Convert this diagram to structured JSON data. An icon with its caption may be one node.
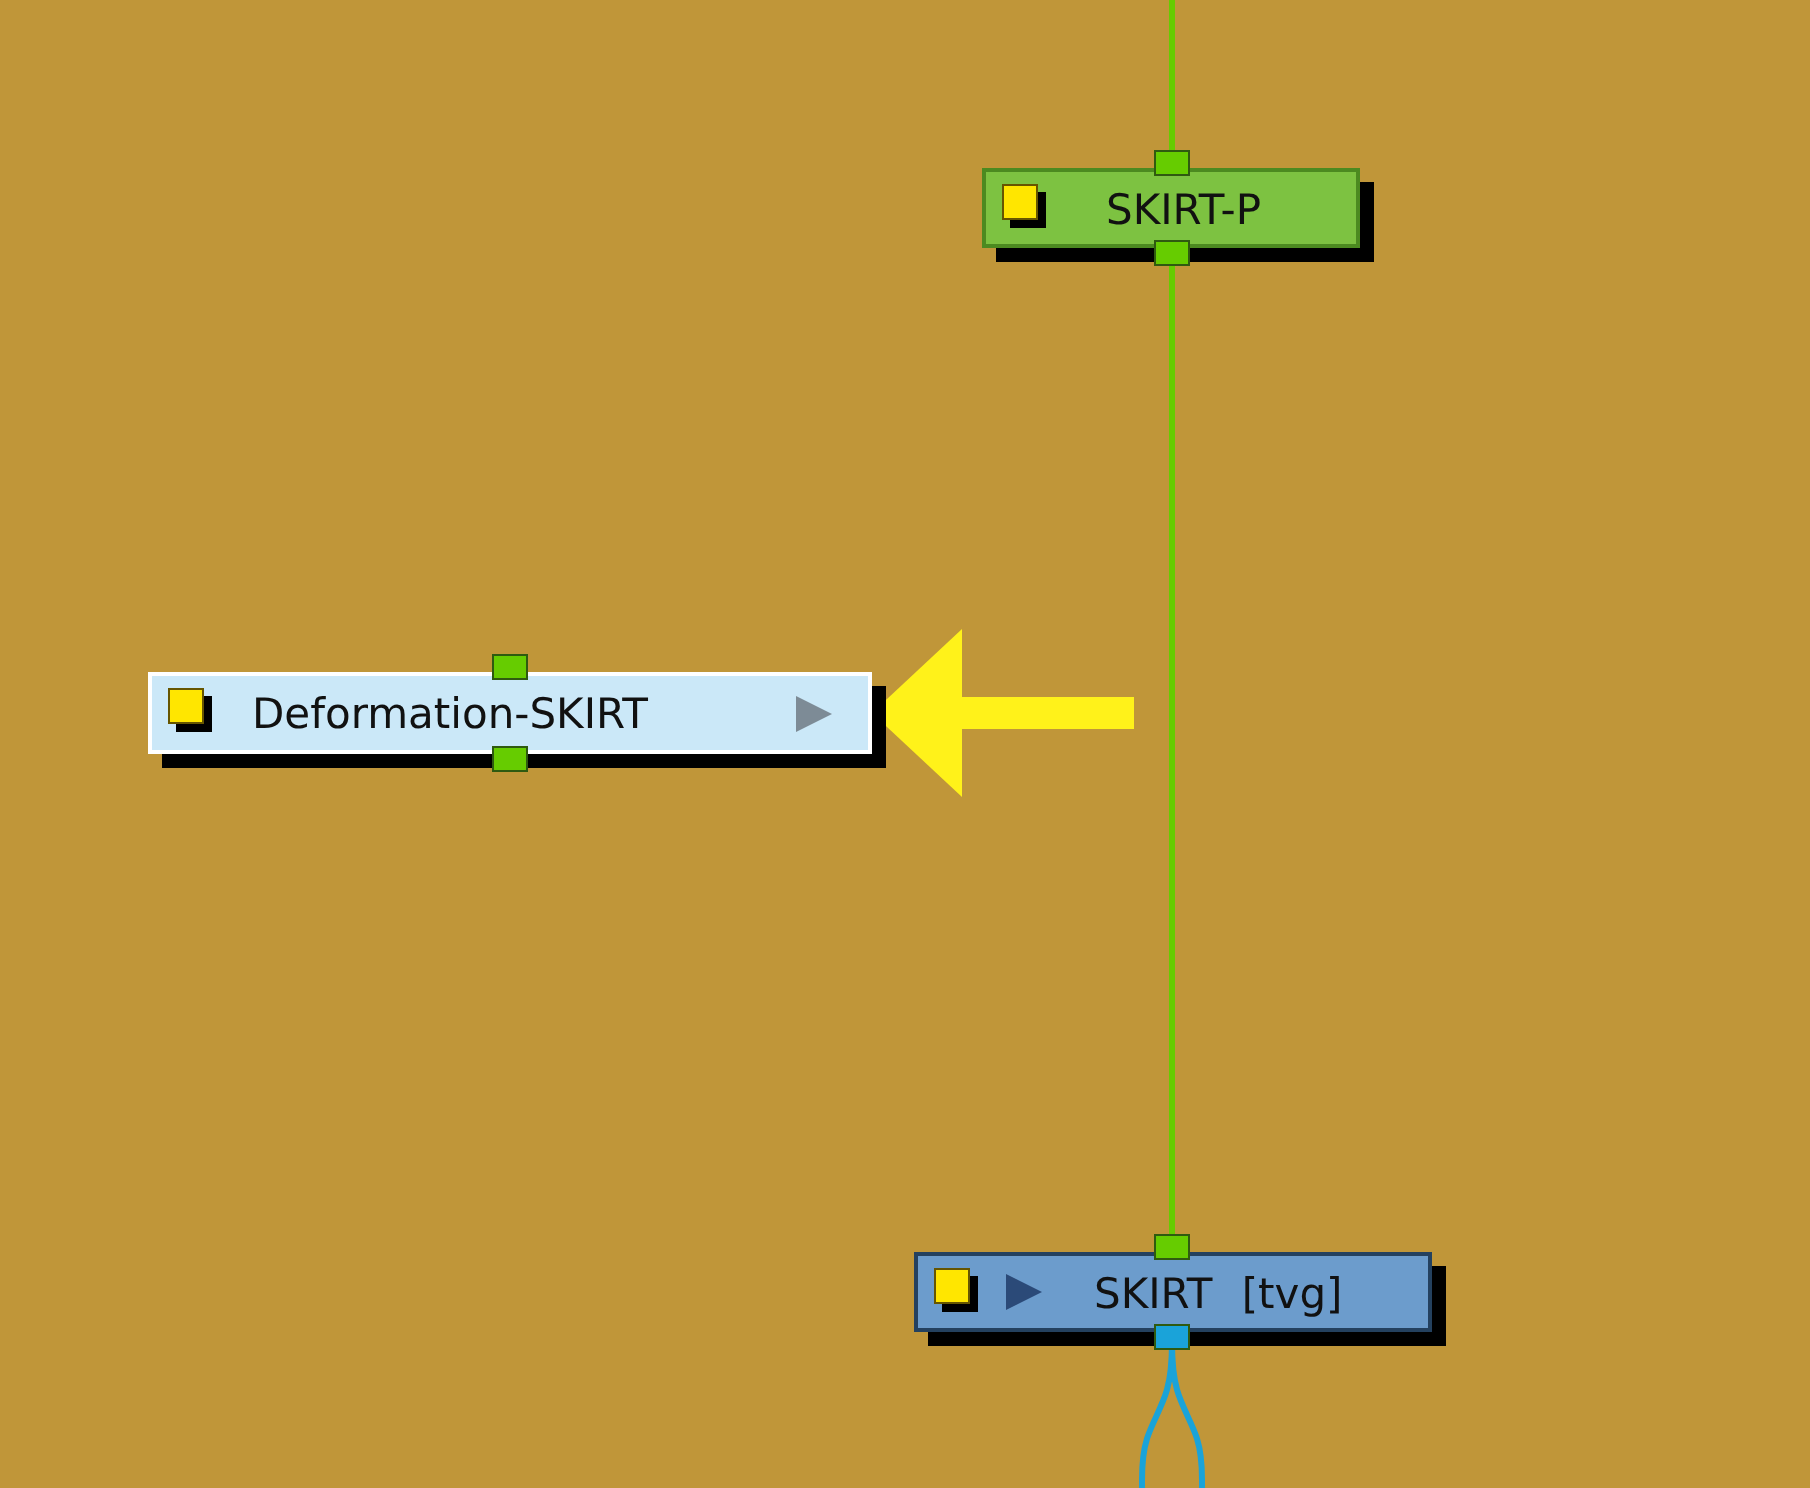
{
  "diagram": {
    "nodes": [
      {
        "text": [
          "SKIRT-P"
        ]
      },
      {
        "text": [
          "Deformation-SKIRT"
        ]
      },
      {
        "text": [
          "SKIRT [tvg]"
        ]
      }
    ],
    "edges": [
      {
        "from": null,
        "to": 0,
        "arrow": "none",
        "color": "#66cc00"
      },
      {
        "from": 0,
        "to": 2,
        "arrow": "none",
        "color": "#66cc00"
      },
      {
        "from": null,
        "to": 1,
        "arrow": "to",
        "style": "thick",
        "color": "#fff21a"
      },
      {
        "from": 2,
        "to": null,
        "arrow": "none",
        "color": "#1aa3d9"
      },
      {
        "from": 2,
        "to": null,
        "arrow": "none",
        "color": "#1aa3d9"
      }
    ]
  }
}
